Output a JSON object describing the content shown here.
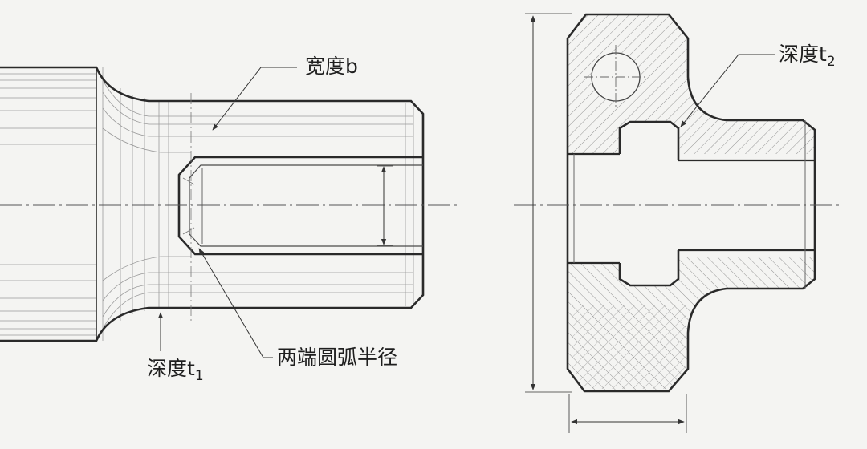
{
  "annotations": {
    "width_b": "宽度b",
    "depth_t1": {
      "text": "深度t",
      "subscript": "1"
    },
    "end_arc_radius": "两端圆弧半径",
    "depth_t2": {
      "text": "深度t",
      "subscript": "2"
    }
  },
  "colors": {
    "paper": "#f4f4f2",
    "outline": "#2a2a2a",
    "thin_line": "#5a5a5a",
    "hatch": "#8a8a8a",
    "text": "#1e1e1e"
  }
}
